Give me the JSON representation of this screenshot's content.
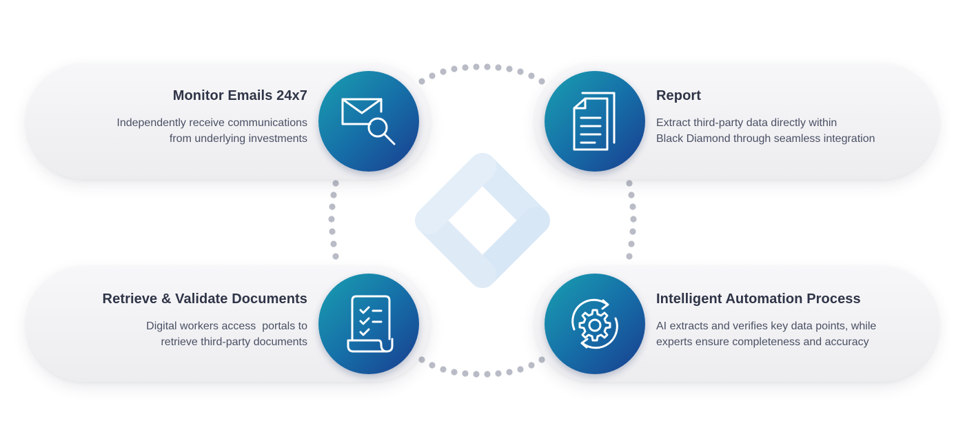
{
  "steps": {
    "monitor": {
      "title": "Monitor Emails 24x7",
      "line1": "Independently receive communications",
      "line2": "from underlying investments",
      "icon": "envelope-search-icon"
    },
    "report": {
      "title": "Report",
      "line1": "Extract third-party data directly within",
      "line2": "Black Diamond through seamless integration",
      "icon": "documents-icon"
    },
    "retrieve": {
      "title": "Retrieve & Validate Documents",
      "line1": "Digital workers access  portals to",
      "line2": "retrieve third-party documents",
      "icon": "checklist-document-icon"
    },
    "automation": {
      "title": "Intelligent Automation Process",
      "line1": "AI extracts and verifies key data points, while",
      "line2": "experts ensure completeness and accuracy",
      "icon": "gear-cycle-icon"
    }
  },
  "colors": {
    "circle_start": "#1a9fb0",
    "circle_end": "#193d8f",
    "dots": "#b9bcc6",
    "center_logo": "#dbe9f7",
    "title_text": "#2f3447",
    "body_text": "#4a5064"
  }
}
